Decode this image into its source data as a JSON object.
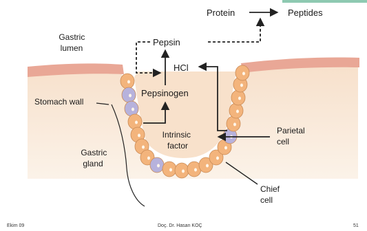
{
  "labels": {
    "protein": "Protein",
    "peptides": "Peptides",
    "gastric_lumen": [
      "Gastric",
      "lumen"
    ],
    "pepsin": "Pepsin",
    "hcl": "HCl",
    "pepsinogen": "Pepsinogen",
    "stomach_wall": "Stomach wall",
    "intrinsic_factor": [
      "Intrinsic",
      "factor"
    ],
    "parietal_cell": [
      "Parietal",
      "cell"
    ],
    "gastric_gland": [
      "Gastric",
      "gland"
    ],
    "chief_cell": [
      "Chief",
      "cell"
    ]
  },
  "footer": {
    "date": "Ekim 09",
    "author": "Doç. Dr. Hasan KOÇ",
    "page": "51"
  },
  "colors": {
    "chief_cell": "#f3b47c",
    "parietal_cell": "#b7b2dc",
    "mucosa_surface": "#e9a796",
    "stomach_wall_fill": "#f8e3cf",
    "accent_bar": "#8ec9b1",
    "arrow": "#222222"
  }
}
